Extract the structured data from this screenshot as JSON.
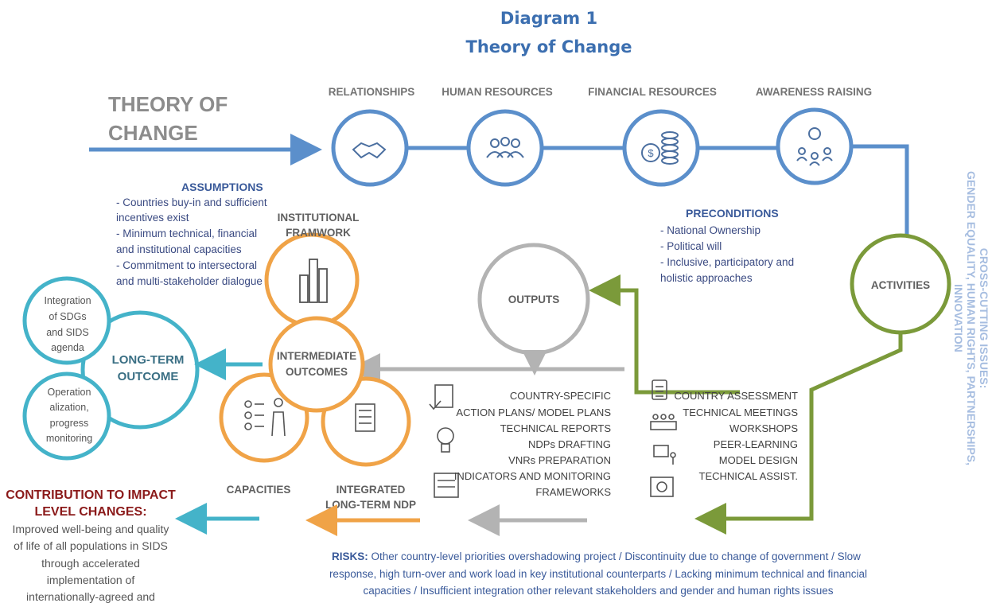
{
  "header": {
    "line1": "Diagram 1",
    "line2": "Theory of Change"
  },
  "toc_title": {
    "line1": "THEORY OF",
    "line2": "CHANGE"
  },
  "resources": [
    {
      "label": "RELATIONSHIPS",
      "icon": "handshake-icon"
    },
    {
      "label": "HUMAN RESOURCES",
      "icon": "people-icon"
    },
    {
      "label": "FINANCIAL RESOURCES",
      "icon": "coins-icon"
    },
    {
      "label": "AWARENESS RAISING",
      "icon": "idea-network-icon"
    }
  ],
  "assumptions": {
    "title": "ASSUMPTIONS",
    "lines": [
      "- Countries buy-in and sufficient",
      "incentives exist",
      "- Minimum technical, financial",
      "and institutional capacities",
      "- Commitment to intersectoral",
      "and multi-stakeholder dialogue"
    ]
  },
  "preconditions": {
    "title": "PRECONDITIONS",
    "lines": [
      "- National Ownership",
      "- Political will",
      "- Inclusive, participatory and",
      "holistic approaches"
    ]
  },
  "activities": {
    "label": "ACTIVITIES",
    "items": [
      "COUNTRY ASSESSMENT",
      "TECHNICAL MEETINGS",
      "WORKSHOPS",
      "PEER-LEARNING",
      "MODEL DESIGN",
      "TECHNICAL ASSIST."
    ]
  },
  "outputs": {
    "label": "OUTPUTS",
    "items": [
      "COUNTRY-SPECIFIC",
      "ACTION PLANS/ MODEL PLANS",
      "TECHNICAL REPORTS",
      "NDPs DRAFTING",
      "VNRs PREPARATION",
      "INDICATORS AND MONITORING",
      "FRAMEWORKS"
    ]
  },
  "institutional": {
    "line1": "INSTITUTIONAL",
    "line2": "FRAMWORK"
  },
  "intermediate": {
    "line1": "INTERMEDIATE",
    "line2": "OUTCOMES"
  },
  "capacities": "CAPACITIES",
  "integrated_ndp": {
    "line1": "INTEGRATED",
    "line2": "LONG-TERM NDP"
  },
  "long_term": {
    "line1": "LONG-TERM",
    "line2": "OUTCOME",
    "top_circle": [
      "Integration",
      "of SDGs",
      "and SIDS",
      "agenda"
    ],
    "bottom_circle": [
      "Operation",
      "alization,",
      "progress",
      "monitoring"
    ]
  },
  "impact": {
    "title1": "CONTRIBUTION TO IMPACT",
    "title2": "LEVEL CHANGES:",
    "lines": [
      "Improved well-being and quality",
      "of life of all populations in SIDS",
      "through accelerated",
      "implementation of",
      "internationally-agreed and"
    ]
  },
  "risks": {
    "label": "RISKS:",
    "line1": " Other country-level priorities overshadowing project / Discontinuity due to change of government / Slow",
    "line2": "response, high turn-over and work load in key institutional counterparts / Lacking minimum technical and financial",
    "line3": "capacities / Insufficient integration other relevant stakeholders and gender and human rights issues"
  },
  "cross_cutting": {
    "line1": "CROSS-CUTTING ISSUES:",
    "line2": "GENDER EQUALITY, HUMAN RIGHTS, PARTNERSHIPS,",
    "line3": "INNOVATION"
  },
  "colors": {
    "blue": "#5b8fcb",
    "green": "#7b9a3a",
    "gray": "#b3b3b3",
    "orange": "#f0a347",
    "teal": "#44b3c9",
    "header": "#3c6fb0"
  }
}
